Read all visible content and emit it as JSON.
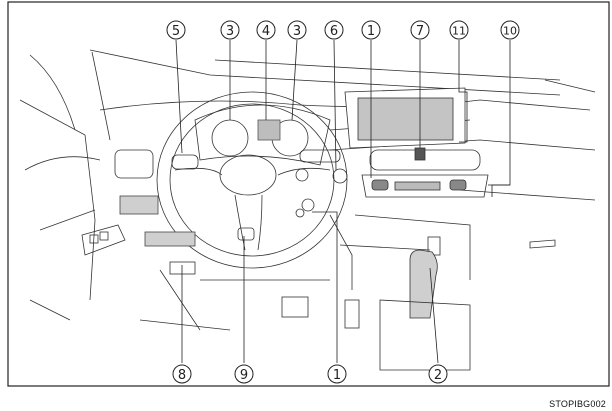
{
  "callouts": [
    {
      "id": "c5-top",
      "label": "5"
    },
    {
      "id": "c3-left",
      "label": "3"
    },
    {
      "id": "c4-top",
      "label": "4"
    },
    {
      "id": "c3-right",
      "label": "3"
    },
    {
      "id": "c6-top",
      "label": "6"
    },
    {
      "id": "c1-top",
      "label": "1"
    },
    {
      "id": "c7-top",
      "label": "7"
    },
    {
      "id": "c11-top",
      "label": "11"
    },
    {
      "id": "c10-top",
      "label": "10"
    },
    {
      "id": "c8-bottom",
      "label": "8"
    },
    {
      "id": "c9-bottom",
      "label": "9"
    },
    {
      "id": "c1-bottom",
      "label": "1"
    },
    {
      "id": "c2-bottom",
      "label": "2"
    }
  ],
  "image_code": "STOPIBG002"
}
